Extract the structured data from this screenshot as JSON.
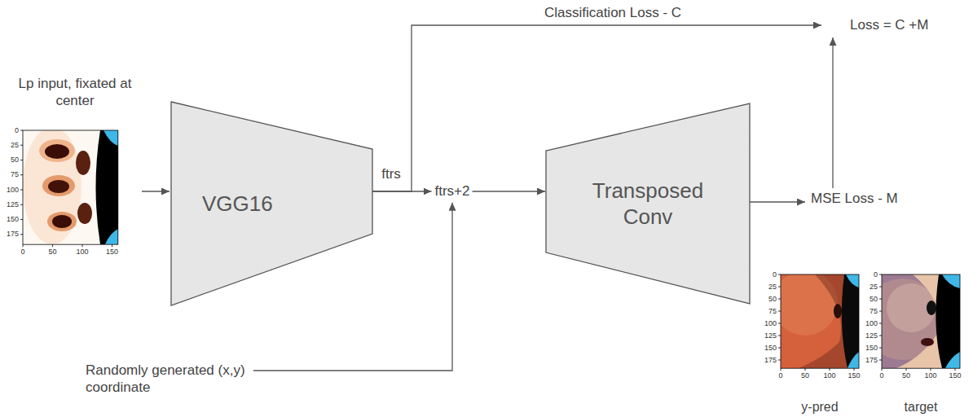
{
  "diagram": {
    "nodes": [
      {
        "text": [
          "Lp input, fixated at center"
        ]
      },
      {
        "text": [
          "VGG16"
        ]
      },
      {
        "text": [
          "ftrs+2"
        ]
      },
      {
        "text": [
          "Randomly generated (x,y) coordinate"
        ]
      },
      {
        "text": [
          "Transposed Conv"
        ]
      },
      {
        "text": [
          "MSE Loss - M"
        ]
      },
      {
        "text": [
          "Loss = C +M"
        ]
      }
    ],
    "edges": [
      {
        "from": 0,
        "to": 1,
        "arrow": "to"
      },
      {
        "from": 1,
        "to": 2,
        "label": "ftrs",
        "arrow": "to"
      },
      {
        "from": 3,
        "to": 2,
        "arrow": "to"
      },
      {
        "from": 2,
        "to": 4,
        "arrow": "to"
      },
      {
        "from": 4,
        "to": 5,
        "arrow": "to"
      },
      {
        "from": 5,
        "to": 6,
        "arrow": "to"
      },
      {
        "from": 1,
        "to": 6,
        "label": "Classification Loss - C",
        "arrow": "to"
      }
    ],
    "labels": [
      "0",
      "25",
      "50",
      "75",
      "100",
      "125",
      "150",
      "175",
      "0",
      "50",
      "100",
      "150",
      "0",
      "25",
      "50",
      "75",
      "100",
      "125",
      "150",
      "175",
      "0",
      "50",
      "100",
      "150",
      "0",
      "25",
      "50",
      "75",
      "100",
      "125",
      "150",
      "175",
      "0",
      "50",
      "100",
      "150",
      "y-pred",
      "target"
    ]
  }
}
